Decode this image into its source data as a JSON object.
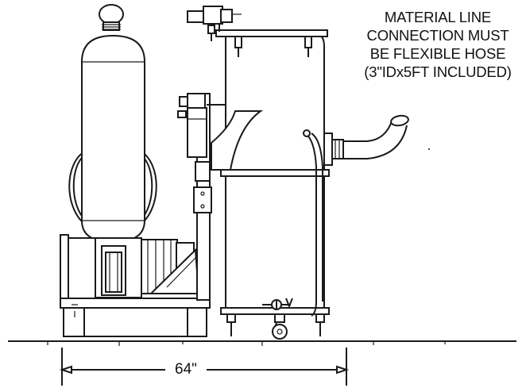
{
  "note": {
    "lines": [
      "MATERIAL LINE",
      "CONNECTION MUST",
      "BE FLEXIBLE HOSE",
      "(3\"IDx5FT INCLUDED)"
    ]
  },
  "dimension": {
    "width_label": "64\""
  },
  "colors": {
    "line": "#1a1a1a",
    "background": "#ffffff"
  }
}
